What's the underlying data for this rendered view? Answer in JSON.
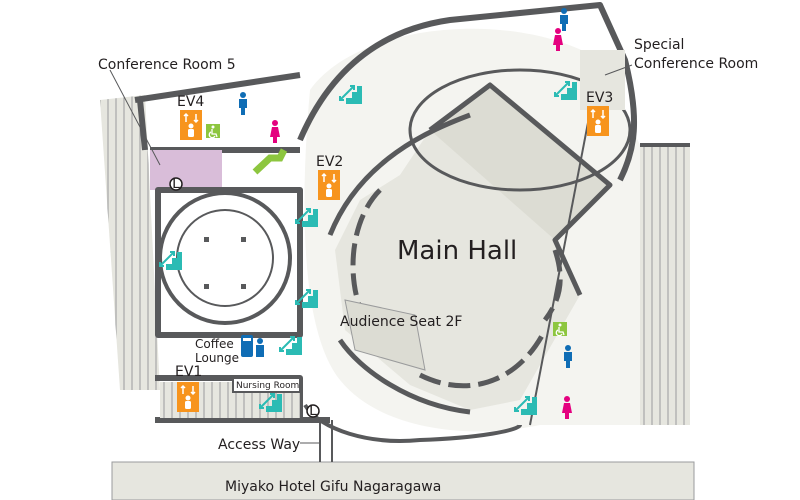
{
  "map": {
    "labels": {
      "conference_room_5": "Conference Room 5",
      "special_conference_line1": "Special",
      "special_conference_line2": "Conference Room",
      "main_hall": "Main Hall",
      "audience_seat": "Audience Seat 2F",
      "coffee_line1": "Coffee",
      "coffee_line2": "Lounge",
      "nursing_room": "Nursing Room",
      "access_way": "Access Way",
      "hotel": "Miyako Hotel Gifu Nagaragawa"
    },
    "elevators": [
      "EV1",
      "EV2",
      "EV3",
      "EV4"
    ],
    "colors": {
      "elevator": "#f7941d",
      "stairs": "#2bbbb4",
      "men": "#0f6db5",
      "women": "#e4007f",
      "accessible": "#8dc63f",
      "conference_room_5": "#d9bdd9",
      "floor": "#e6e6df",
      "wall": "#58595b"
    },
    "locker_symbol": "L"
  }
}
